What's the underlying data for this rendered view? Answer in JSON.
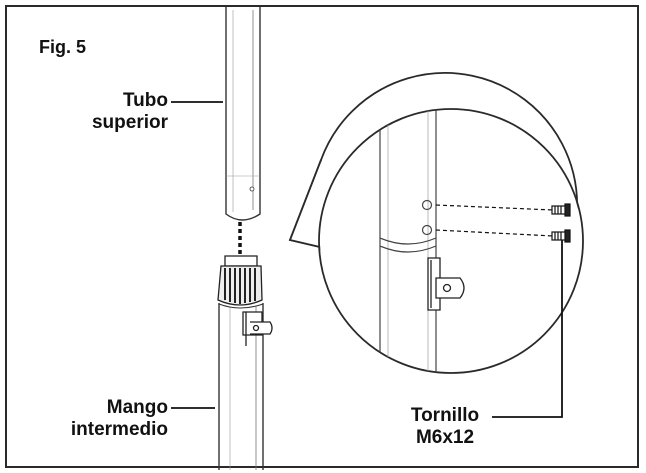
{
  "figure": {
    "label": "Fig. 5"
  },
  "callouts": {
    "upper_tube": [
      "Tubo",
      "superior"
    ],
    "middle_handle": [
      "Mango",
      "intermedio"
    ],
    "screw": [
      "Tornillo",
      "M6x12"
    ]
  }
}
